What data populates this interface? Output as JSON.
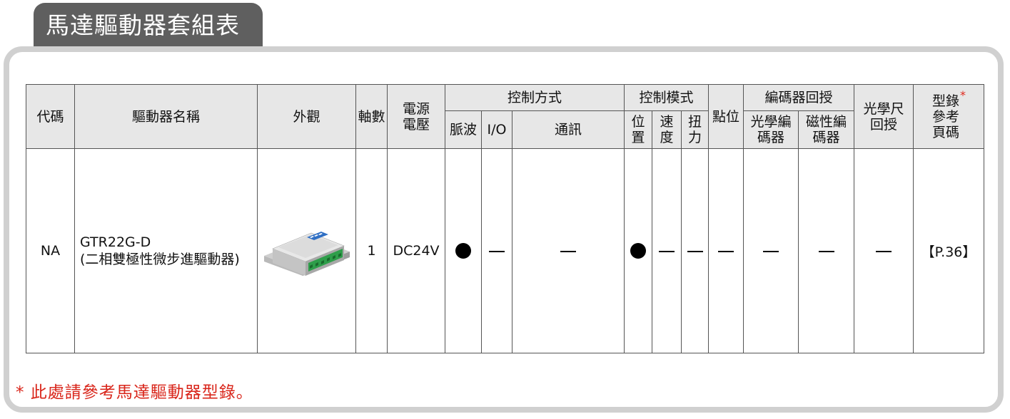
{
  "page": {
    "tab_title": "馬達驅動器套組表",
    "footnote": "* 此處請參考馬達驅動器型錄。"
  },
  "table": {
    "headers": {
      "code": "代碼",
      "driver_name": "驅動器名稱",
      "appearance": "外觀",
      "axes": "軸數",
      "power_voltage": "電源電壓",
      "control_method": "控制方式",
      "pulse": "脈波",
      "io": "I/O",
      "comm": "通訊",
      "control_mode": "控制模式",
      "position": "位置",
      "speed": "速度",
      "torque": "扭力",
      "point": "點位",
      "encoder_feedback": "編碼器回授",
      "optical_encoder": "光學編碼器",
      "magnetic_encoder": "磁性編碼器",
      "optical_scale": "光學尺回授",
      "catalog_ref": "型錄參考頁碼",
      "catalog_star": "*"
    },
    "rows": [
      {
        "code": "NA",
        "name_line1": "GTR22G-D",
        "name_line2": "(二相雙極性微步進驅動器)",
        "axes": "1",
        "voltage": "DC24V",
        "pulse": "dot",
        "io": "dash",
        "comm": "dash",
        "position": "dot",
        "speed": "dash",
        "torque": "dash",
        "point": "dash",
        "optical_encoder": "dash",
        "magnetic_encoder": "dash",
        "optical_scale": "dash",
        "catalog_page": "【P.36】"
      }
    ]
  },
  "colors": {
    "tab_bg": "#5f5f5f",
    "frame_border": "#d0d0d0",
    "header_bg": "#e7e7e7",
    "accent_red": "#d9251a"
  },
  "icons": {
    "supported": "filled-circle",
    "not_supported": "dash"
  }
}
